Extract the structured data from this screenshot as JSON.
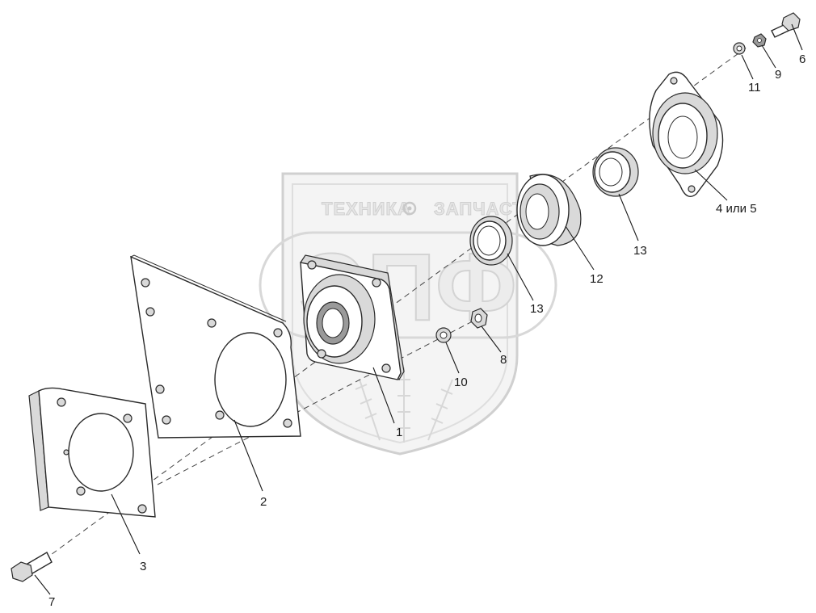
{
  "watermark": {
    "left_text": "ТЕХНИКА",
    "right_text": "ЗАПЧАСТИ",
    "logo": "ЭПФ"
  },
  "callouts": [
    {
      "id": "1",
      "label": "1"
    },
    {
      "id": "2",
      "label": "2"
    },
    {
      "id": "3",
      "label": "3"
    },
    {
      "id": "4or5",
      "label": "4 или 5"
    },
    {
      "id": "6",
      "label": "6"
    },
    {
      "id": "7",
      "label": "7"
    },
    {
      "id": "8",
      "label": "8"
    },
    {
      "id": "9",
      "label": "9"
    },
    {
      "id": "10",
      "label": "10"
    },
    {
      "id": "11",
      "label": "11"
    },
    {
      "id": "12",
      "label": "12"
    },
    {
      "id": "13a",
      "label": "13"
    },
    {
      "id": "13b",
      "label": "13"
    }
  ]
}
